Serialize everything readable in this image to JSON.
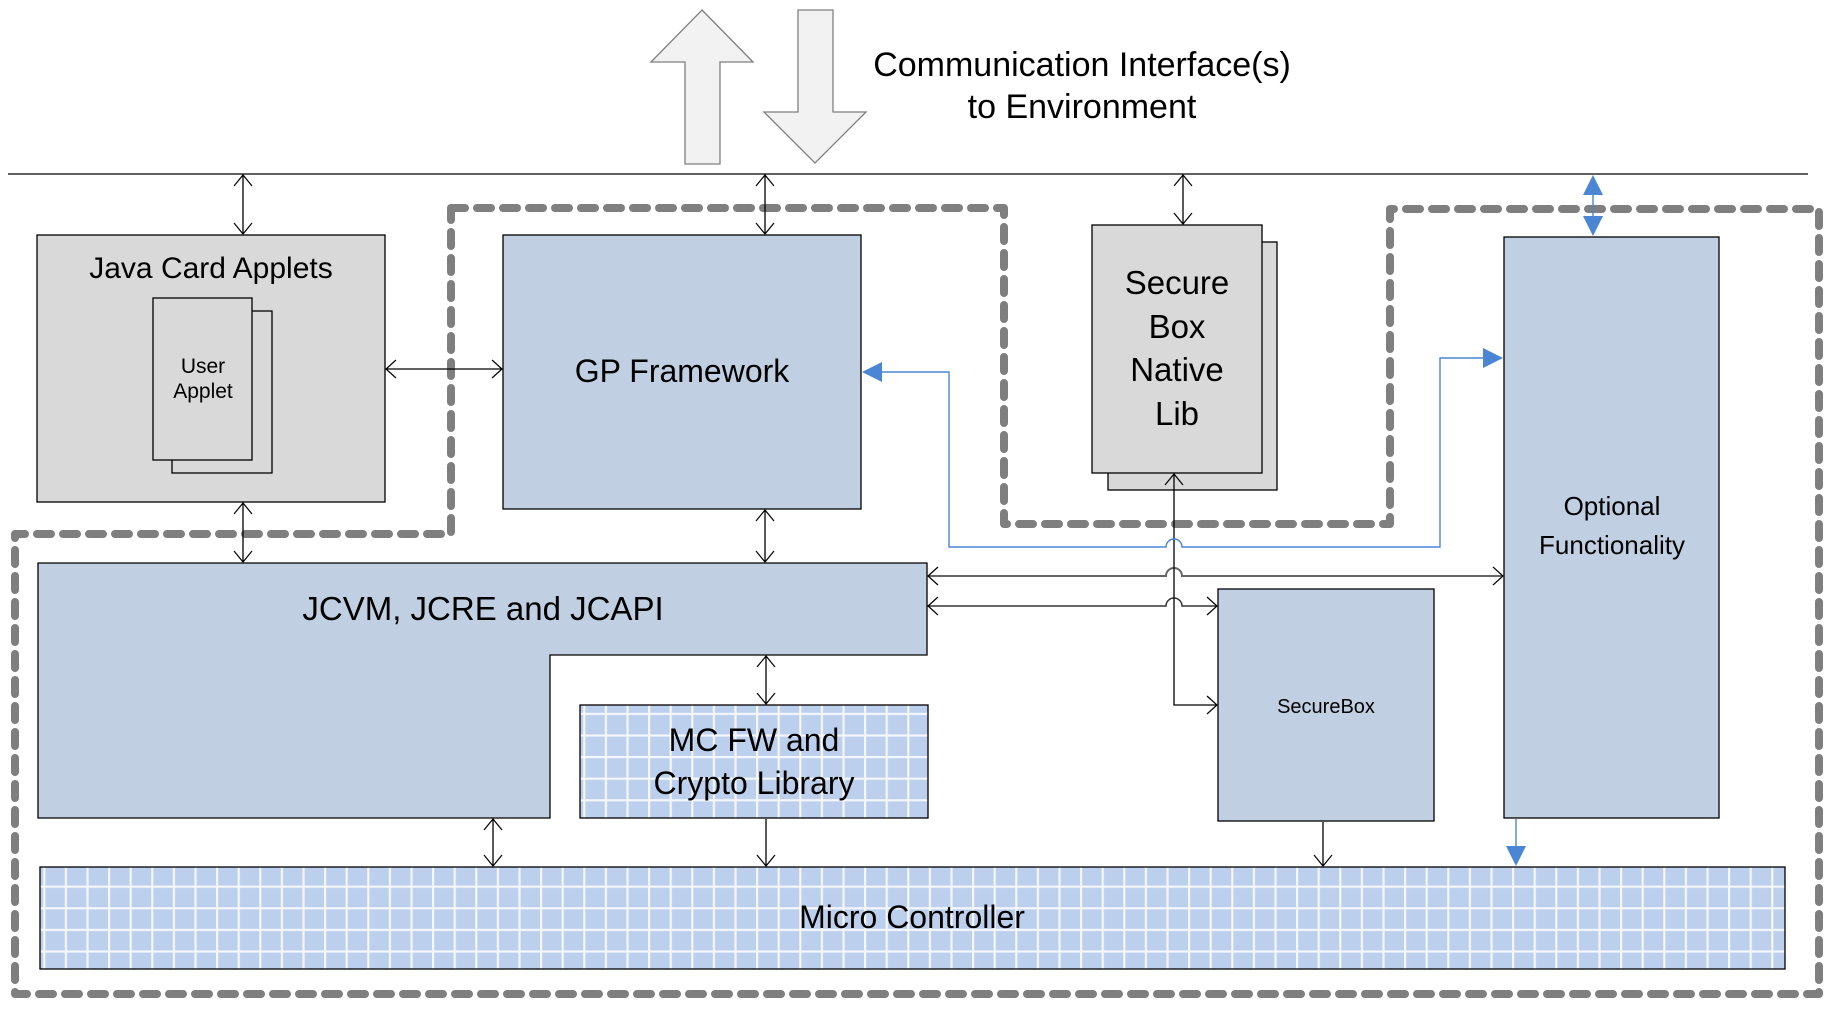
{
  "diagram": {
    "interface_label": {
      "line1": "Communication Interface(s)",
      "line2": "to Environment"
    },
    "components": {
      "java_card_applets": {
        "title": "Java Card Applets"
      },
      "user_applet": {
        "line1": "User",
        "line2": "Applet"
      },
      "gp_framework": {
        "title": "GP Framework"
      },
      "secure_box_native_lib": {
        "line1": "Secure",
        "line2": "Box",
        "line3": "Native",
        "line4": "Lib"
      },
      "optional_functionality": {
        "line1": "Optional",
        "line2": "Functionality"
      },
      "jcvm": {
        "title": "JCVM, JCRE and JCAPI"
      },
      "mc_fw": {
        "line1": "MC FW and",
        "line2": "Crypto Library"
      },
      "securebox": {
        "title": "SecureBox"
      },
      "micro_controller": {
        "title": "Micro Controller"
      }
    },
    "colors": {
      "component_blue": "#c0cfe2",
      "component_gray": "#d9d9d9",
      "grid_blue": "#bcd0ee",
      "boundary_dash": "#7f7f7f",
      "optional_link_blue": "#4a86d4"
    }
  }
}
